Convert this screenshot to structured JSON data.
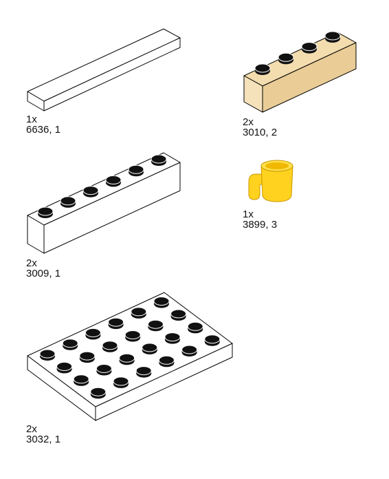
{
  "colors": {
    "white_part": "#ffffff",
    "tan_top": "#f3dcae",
    "tan_side": "#e9cc96",
    "tan_front": "#f5e2bb",
    "yellow": "#ffd21f",
    "yellow_dark": "#f0b800",
    "stud": "#111111",
    "outline": "#000000"
  },
  "parts": [
    {
      "id": "part-6636",
      "qty": "1x",
      "code": "6636, 1",
      "color": "white",
      "icon": "tile-1x6-icon"
    },
    {
      "id": "part-3010",
      "qty": "2x",
      "code": "3010, 2",
      "color": "tan",
      "icon": "brick-1x4-icon"
    },
    {
      "id": "part-3009",
      "qty": "2x",
      "code": "3009, 1",
      "color": "white",
      "icon": "brick-1x6-icon"
    },
    {
      "id": "part-3899",
      "qty": "1x",
      "code": "3899, 3",
      "color": "yellow",
      "icon": "cup-icon"
    },
    {
      "id": "part-3032",
      "qty": "2x",
      "code": "3032, 1",
      "color": "white",
      "icon": "plate-4x6-icon"
    }
  ]
}
